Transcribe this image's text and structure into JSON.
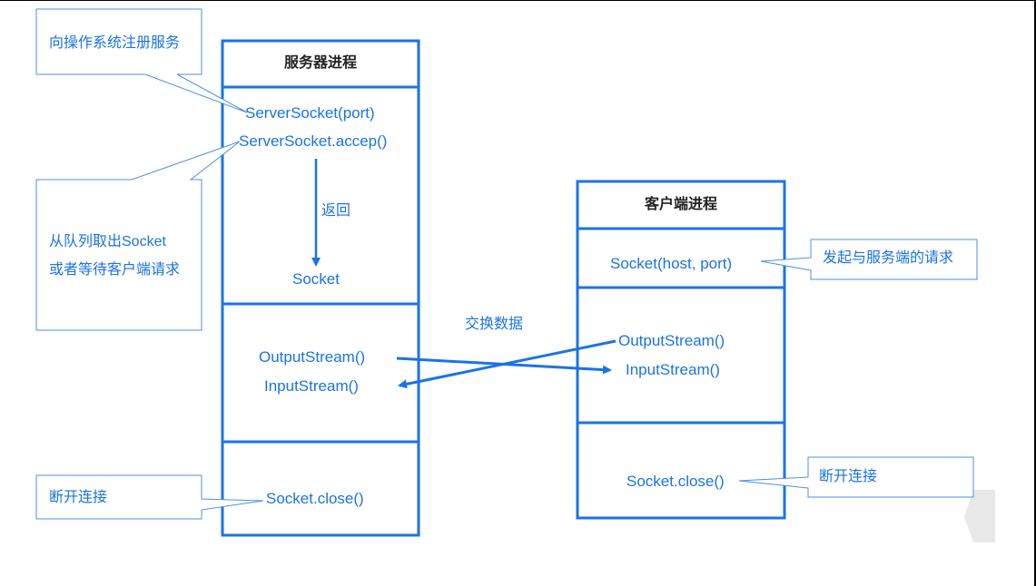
{
  "colors": {
    "accent": "#1a73e8",
    "callout_border": "#4a90e2",
    "grey_shape": "#e6e6e6"
  },
  "server": {
    "title": "服务器进程",
    "server_socket": "ServerSocket(port)",
    "accept": "ServerSocket.accep()",
    "return_label": "返回",
    "socket": "Socket",
    "output_stream": "OutputStream()",
    "input_stream": "InputStream()",
    "close": "Socket.close()"
  },
  "client": {
    "title": "客户端进程",
    "socket": "Socket(host, port)",
    "output_stream": "OutputStream()",
    "input_stream": "InputStream()",
    "close": "Socket.close()"
  },
  "exchange_label": "交换数据",
  "callouts": {
    "register": "向操作系统注册服务",
    "dequeue_line1": "从队列取出Socket",
    "dequeue_line2": "或者等待客户端请求",
    "disconnect_server": "断开连接",
    "client_request": "发起与服务端的请求",
    "disconnect_client": "断开连接"
  }
}
